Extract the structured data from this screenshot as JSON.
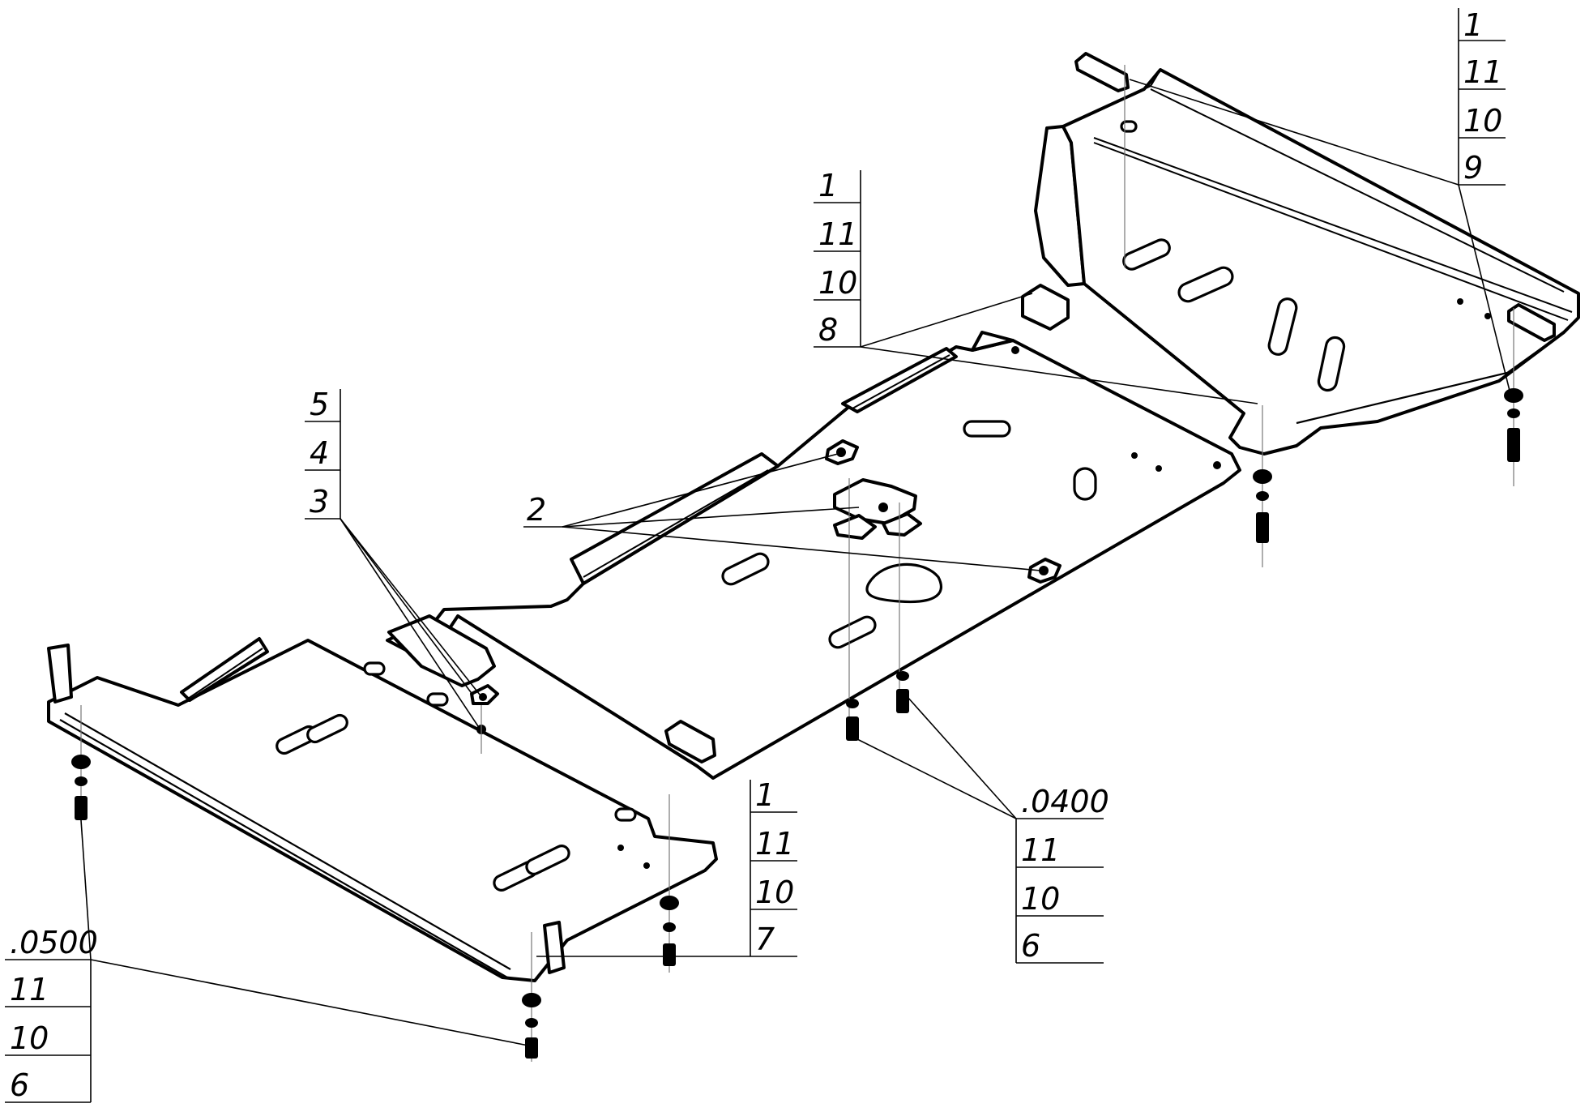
{
  "callouts": {
    "c_front_right": {
      "rows": [
        "1",
        "11",
        "10",
        "7"
      ]
    },
    "c_front_left": {
      "rows": [
        ".0500",
        "11",
        "10",
        "6"
      ]
    },
    "c_center_bolts": {
      "rows": [
        ".0400",
        "11",
        "10",
        "6"
      ]
    },
    "c_mid_top": {
      "rows": [
        "1",
        "11",
        "10",
        "8"
      ]
    },
    "c_rear_top": {
      "rows": [
        "1",
        "11",
        "10",
        "9"
      ]
    },
    "c_clips": {
      "rows": [
        "5",
        "4",
        "3"
      ]
    },
    "c_nuts": {
      "rows": [
        "2"
      ]
    }
  },
  "colors": {
    "line": "#000000",
    "background": "#ffffff",
    "axis": "#777777"
  }
}
